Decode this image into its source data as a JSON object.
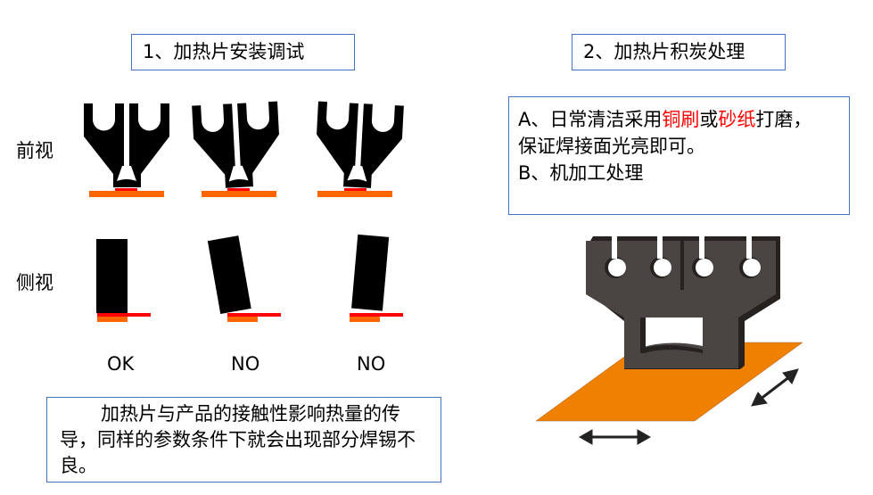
{
  "left": {
    "title": "1、加热片安装调试",
    "front_label": "前视",
    "side_label": "侧视",
    "results": [
      "OK",
      "NO",
      "NO"
    ],
    "note": "加热片与产品的接触性影响热量的传导，同样的参数条件下就会出现部分焊锡不良。"
  },
  "right": {
    "title": "2、加热片积炭处理",
    "line_a_prefix": "A、日常清洁采用",
    "line_a_red1": "铜刷",
    "line_a_mid": "或",
    "line_a_red2": "砂纸",
    "line_a_suffix": "打磨，",
    "line_a2": "保证焊接面光亮即可。",
    "line_b": "B、机加工处理"
  },
  "colors": {
    "border": "#4472c4",
    "orange": "#ff6600",
    "red": "#ff0000",
    "board": "#f08000",
    "heater3d": "#4a4542"
  }
}
